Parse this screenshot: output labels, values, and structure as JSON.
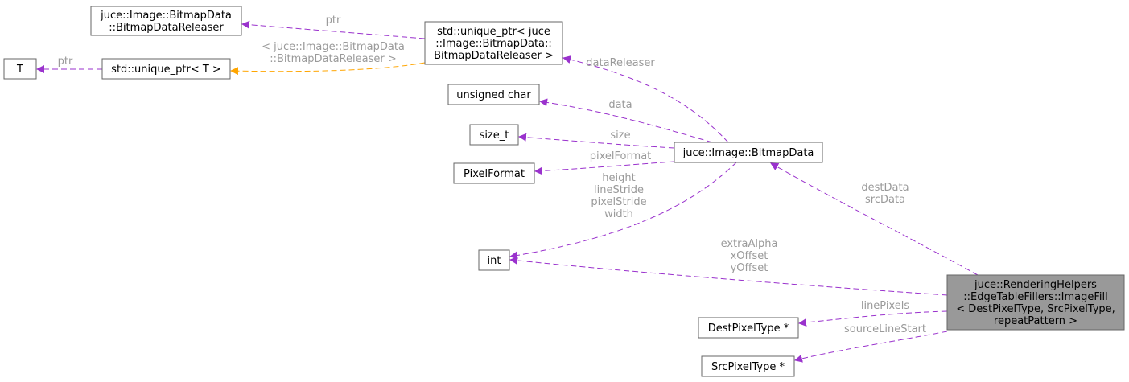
{
  "colors": {
    "member_edge": "#9a32cd",
    "template_edge": "#ffa500",
    "label_text": "#9a9a9a",
    "focus_fill": "#999999",
    "node_border": "#666666"
  },
  "nodes": {
    "T": [
      "T"
    ],
    "unique_ptr_T": [
      "std::unique_ptr< T >"
    ],
    "bitmap_releaser": [
      "juce::Image::BitmapData",
      "::BitmapDataReleaser"
    ],
    "unique_ptr_releaser": [
      "std::unique_ptr< juce",
      "::Image::BitmapData::",
      "BitmapDataReleaser >"
    ],
    "unsigned_char": [
      "unsigned char"
    ],
    "size_t": [
      "size_t"
    ],
    "pixel_format": [
      "PixelFormat"
    ],
    "bitmap_data": [
      "juce::Image::BitmapData"
    ],
    "int": [
      "int"
    ],
    "dest_pixel_type": [
      "DestPixelType *"
    ],
    "src_pixel_type": [
      "SrcPixelType *"
    ],
    "image_fill": [
      "juce::RenderingHelpers",
      "::EdgeTableFillers::ImageFill",
      "< DestPixelType, SrcPixelType,",
      "repeatPattern >"
    ]
  },
  "edge_labels": {
    "ptr_t": [
      "ptr"
    ],
    "ptr_releaser": [
      "ptr"
    ],
    "template_arg": [
      "< juce::Image::BitmapData",
      "::BitmapDataReleaser >"
    ],
    "data_releaser": [
      "dataReleaser"
    ],
    "data": [
      "data"
    ],
    "size": [
      "size"
    ],
    "pixel_format": [
      "pixelFormat"
    ],
    "bitmap_ints": [
      "height",
      "lineStride",
      "pixelStride",
      "width"
    ],
    "dest_src": [
      "destData",
      "srcData"
    ],
    "fill_ints": [
      "extraAlpha",
      "xOffset",
      "yOffset"
    ],
    "line_pixels": [
      "linePixels"
    ],
    "source_line_start": [
      "sourceLineStart"
    ]
  }
}
